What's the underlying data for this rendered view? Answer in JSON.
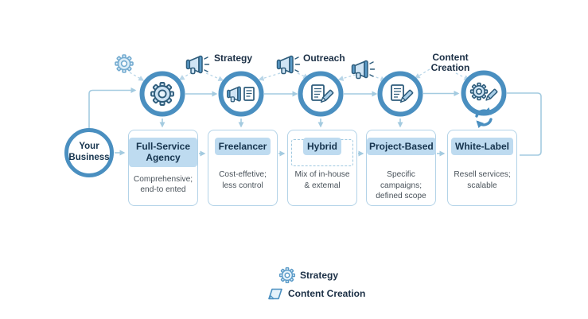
{
  "nodes": {
    "source": {
      "label": "Your Business"
    }
  },
  "phases": {
    "strategy": "Strategy",
    "outreach": "Outreach",
    "content_creation": "Content Creation"
  },
  "options": [
    {
      "title": "Full-Service Agency",
      "description": "Comprehensive;\nend-to ented"
    },
    {
      "title": "Freelancer",
      "description": "Cost-effetive;\nless control"
    },
    {
      "title": "Hybrid",
      "description": "Mix of in-house\n& extemal"
    },
    {
      "title": "Project-Based",
      "description": "Specific campaigns;\ndefined scope"
    },
    {
      "title": "White-Label",
      "description": "Resell services;\nscalable"
    }
  ],
  "legend": {
    "items": [
      {
        "icon": "gear-icon",
        "label": "Strategy"
      },
      {
        "icon": "content-creation-icon",
        "label": "Content Creation"
      }
    ]
  },
  "colors": {
    "circle_ring": "#4a8fc0",
    "connector": "#a4cbe0",
    "dashed_connector": "#b9d6e8",
    "chip_bg": "#bedbf0",
    "box_border": "#b3d3e8",
    "icon_fill": "#cfe4f4",
    "icon_stroke": "#2f5d7c",
    "title_text": "#16344e",
    "body_text": "#49525a",
    "label_text": "#1b2f45"
  }
}
